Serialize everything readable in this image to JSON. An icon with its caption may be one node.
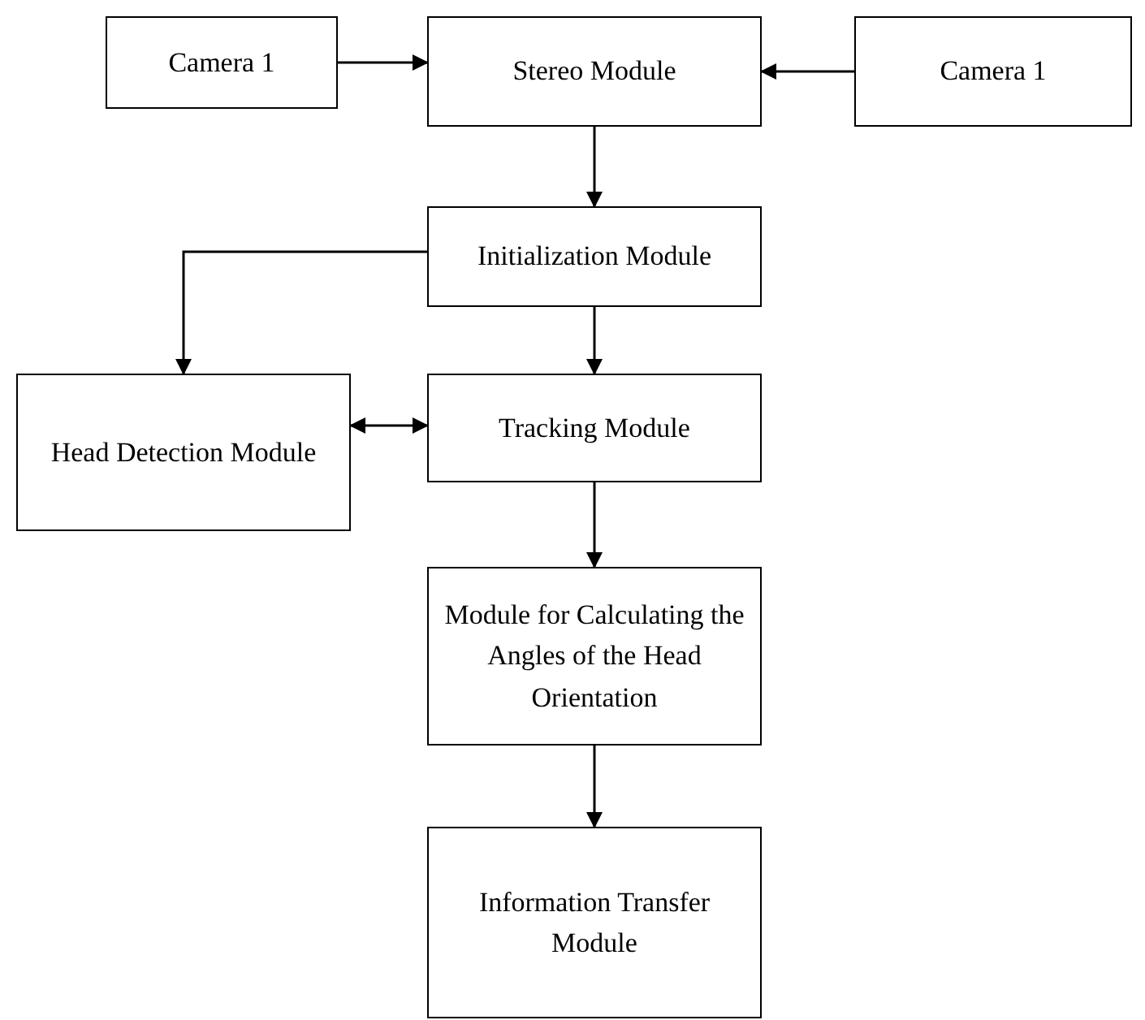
{
  "diagram": {
    "nodes": [
      {
        "text": [
          "Camera 1"
        ]
      },
      {
        "text": [
          "Stereo Module"
        ]
      },
      {
        "text": [
          "Camera 1"
        ]
      },
      {
        "text": [
          "Initialization Module"
        ]
      },
      {
        "text": [
          "Head Detection Module"
        ]
      },
      {
        "text": [
          "Tracking Module"
        ]
      },
      {
        "text": [
          "Module for Calculating the Angles of the Head Orientation"
        ]
      },
      {
        "text": [
          "Information Transfer Module"
        ]
      }
    ],
    "edges": [
      {
        "from": 0,
        "to": 1,
        "arrow": "to"
      },
      {
        "from": 2,
        "to": 1,
        "arrow": "to"
      },
      {
        "from": 1,
        "to": 3,
        "arrow": "to"
      },
      {
        "from": 3,
        "to": 4,
        "arrow": "to"
      },
      {
        "from": 3,
        "to": 5,
        "arrow": "to"
      },
      {
        "from": 4,
        "to": 5,
        "arrow": "both"
      },
      {
        "from": 5,
        "to": 6,
        "arrow": "to"
      },
      {
        "from": 6,
        "to": 7,
        "arrow": "to"
      }
    ]
  }
}
